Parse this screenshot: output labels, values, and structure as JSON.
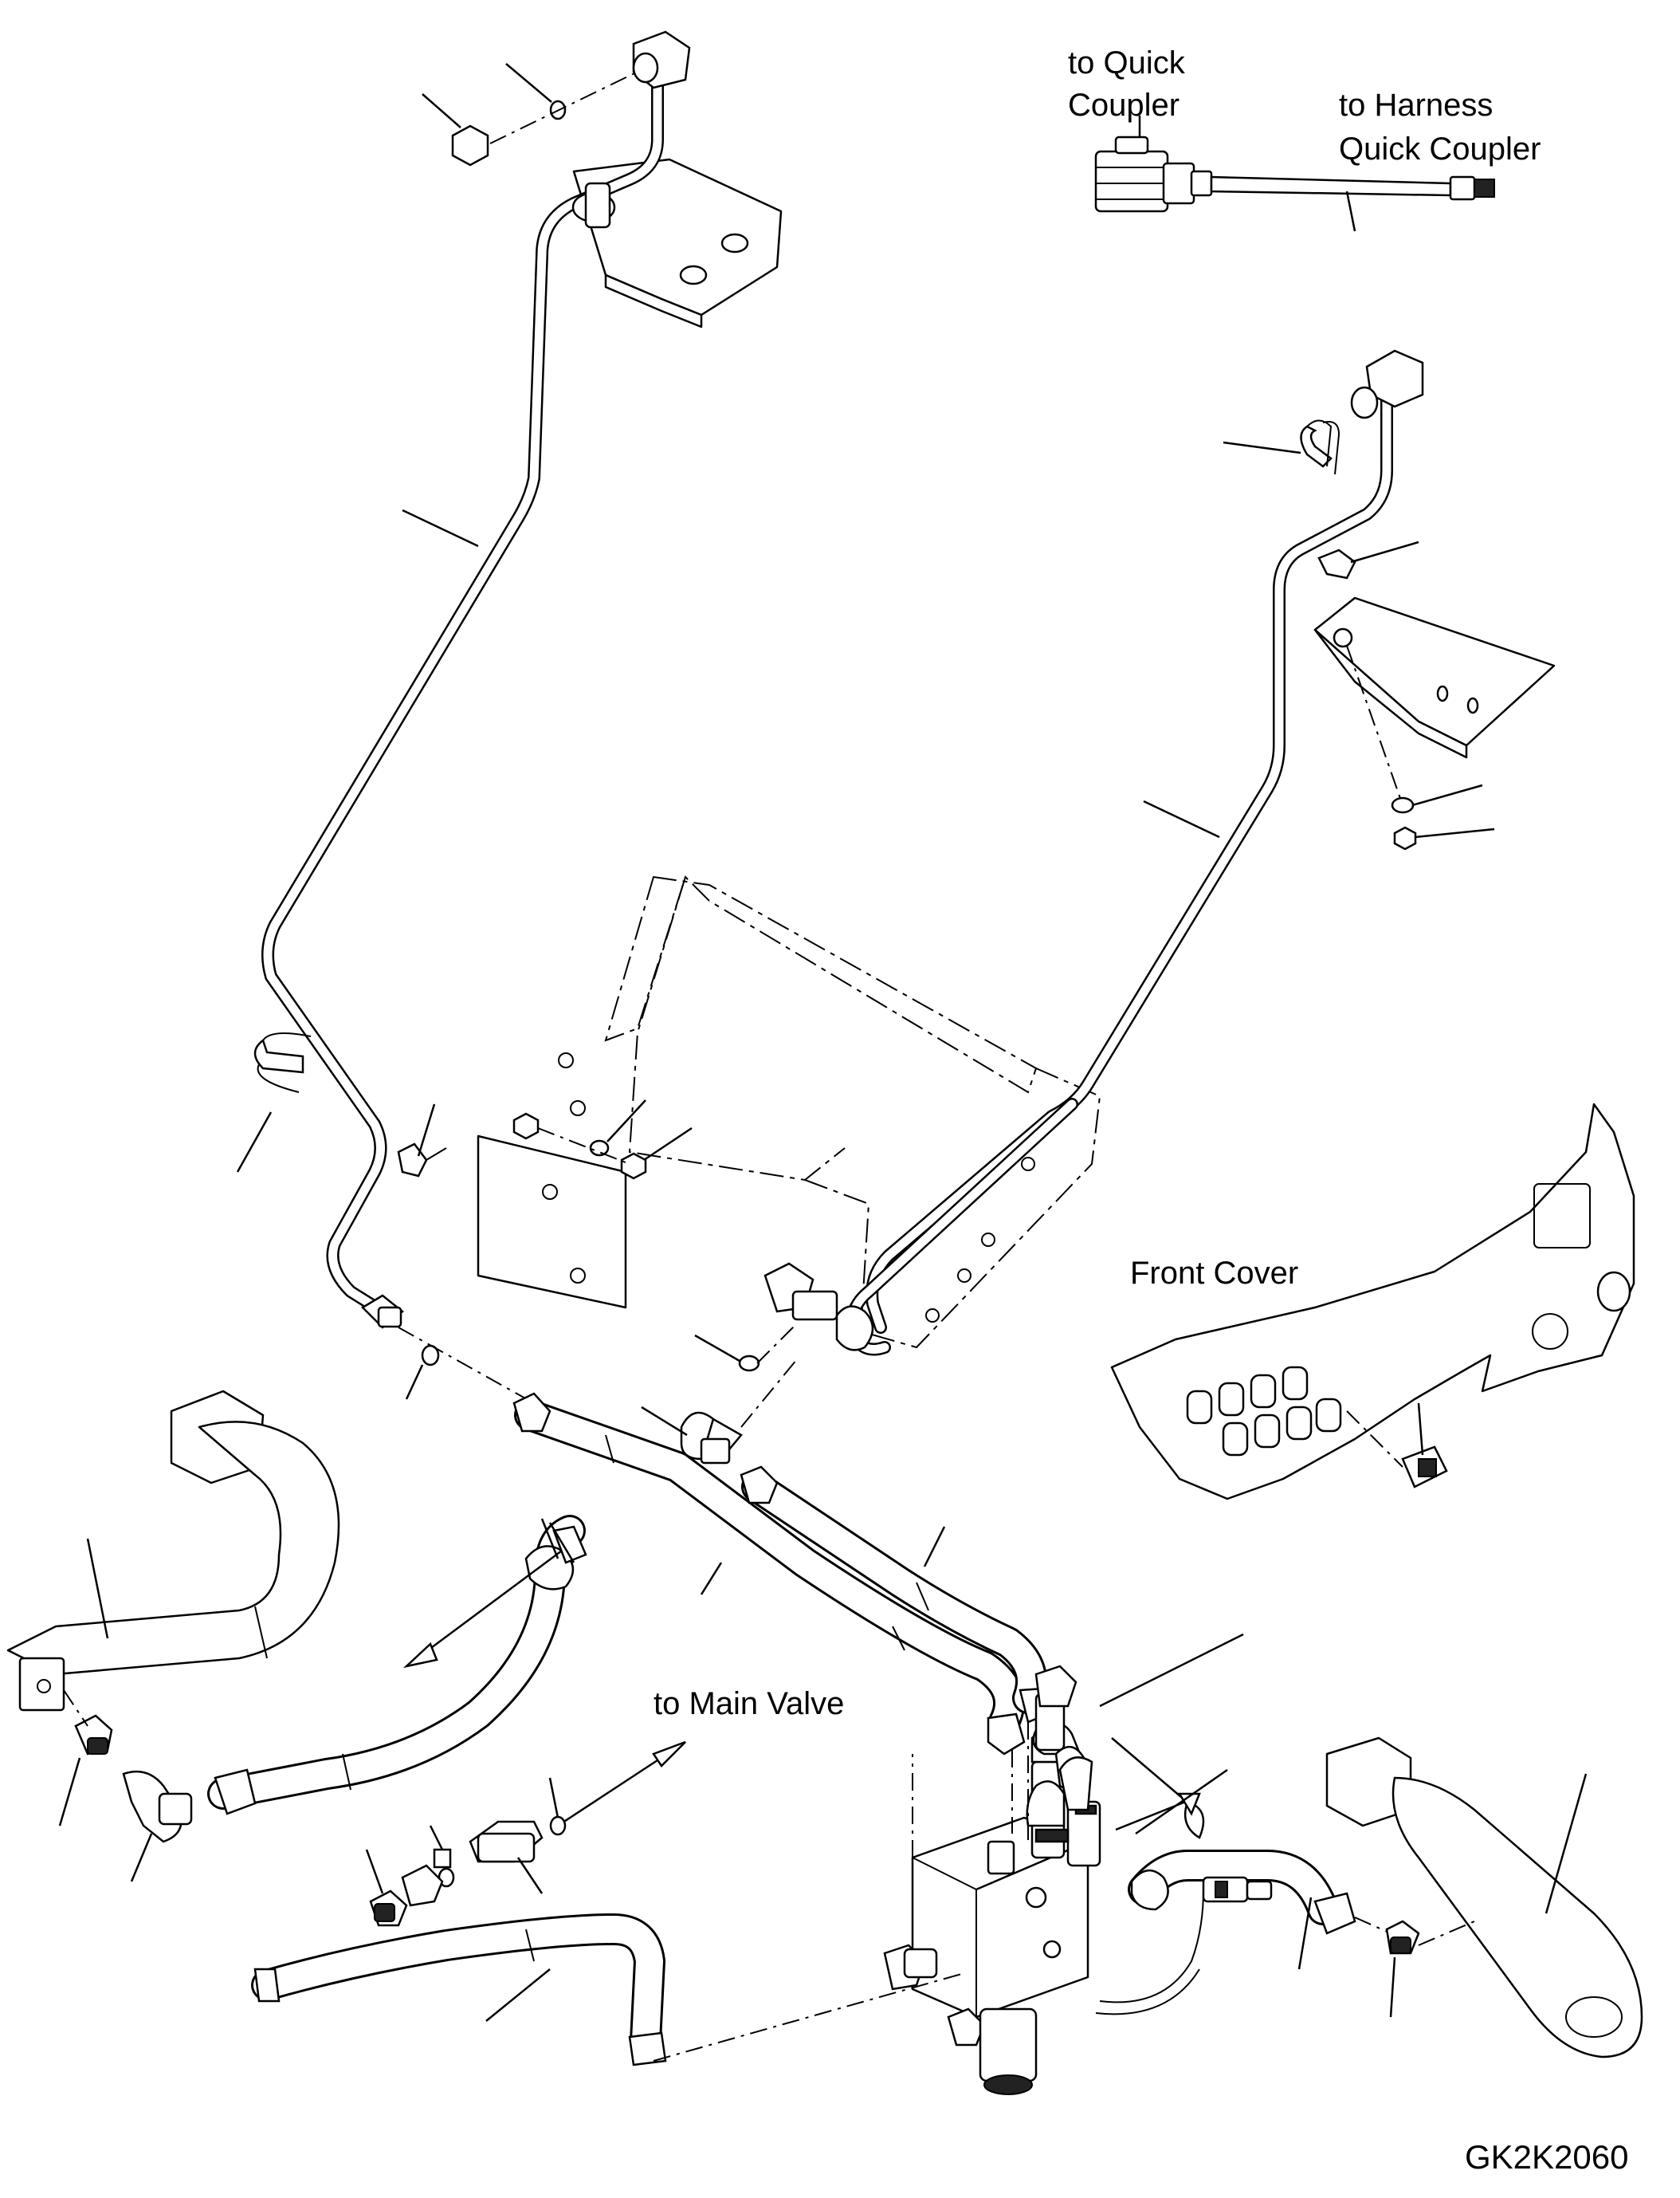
{
  "labels": {
    "to_quick_coupler_line1": "to Quick",
    "to_quick_coupler_line2": "Coupler",
    "to_harness_line1": "to Harness",
    "to_harness_line2": "Quick Coupler",
    "front_cover": "Front Cover",
    "to_main_valve": "to Main Valve"
  },
  "drawing_code": "GK2K2060"
}
